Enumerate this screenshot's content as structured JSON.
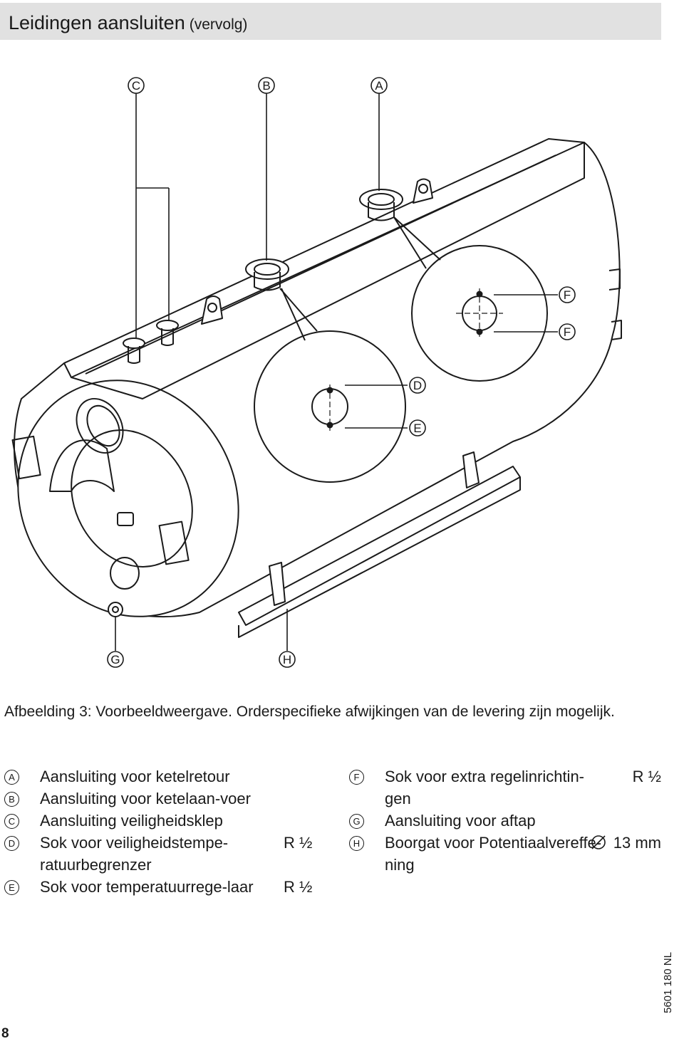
{
  "header": {
    "title": "Leidingen aansluiten",
    "subtitle": "(vervolg)"
  },
  "figure": {
    "callouts": {
      "A": "A",
      "B": "B",
      "C": "C",
      "D": "D",
      "E": "E",
      "F1": "F",
      "F2": "F",
      "G": "G",
      "H": "H"
    }
  },
  "caption": "Afbeelding 3: Voorbeeldweergave. Orderspecifieke afwijkingen van de levering zijn mogelijk.",
  "legend": {
    "left": [
      {
        "letter": "A",
        "text": "Aansluiting voor ketelretour",
        "value": ""
      },
      {
        "letter": "B",
        "text": "Aansluiting voor ketelaan-voer",
        "value": ""
      },
      {
        "letter": "C",
        "text": "Aansluiting veiligheidsklep",
        "value": ""
      },
      {
        "letter": "D",
        "text": "Sok voor veiligheidstempe-ratuurbegrenzer",
        "value": "R ½"
      },
      {
        "letter": "E",
        "text": "Sok voor temperatuurrege-laar",
        "value": "R ½"
      }
    ],
    "right": [
      {
        "letter": "F",
        "text": "Sok voor extra regelinrichtin-gen",
        "value": "R ½"
      },
      {
        "letter": "G",
        "text": "Aansluiting voor aftap",
        "value": ""
      },
      {
        "letter": "H",
        "text": "Boorgat voor Potentiaalvereffe-ning",
        "value": "13 mm"
      }
    ]
  },
  "footer": {
    "doc_number": "5601 180 NL",
    "page_number": "8"
  }
}
